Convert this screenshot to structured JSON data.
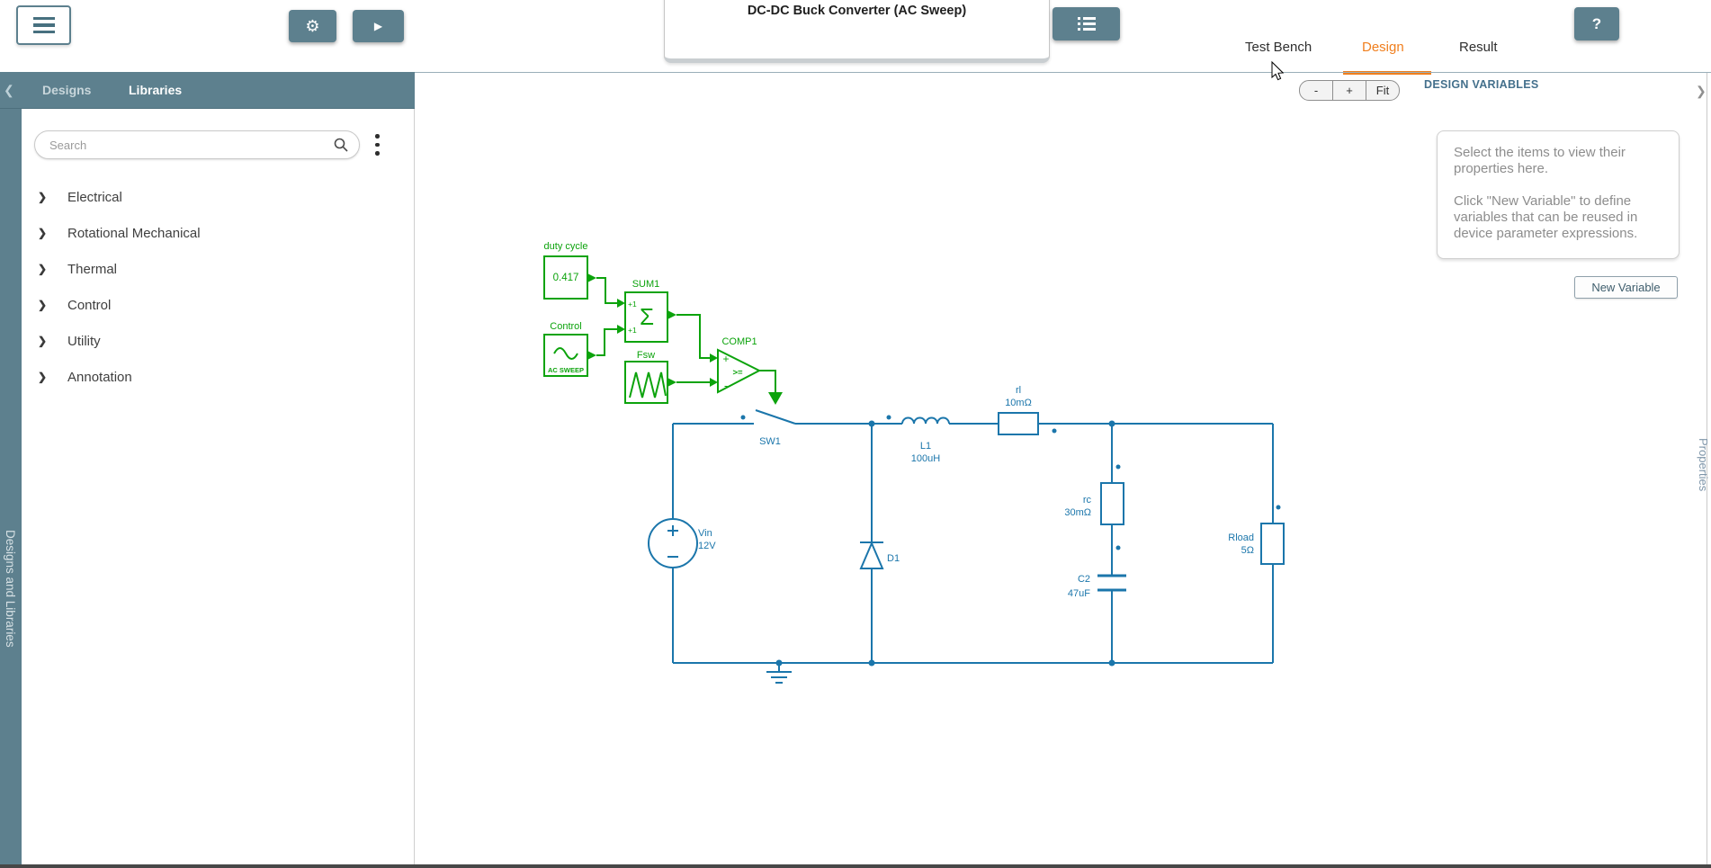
{
  "topbar": {
    "title": "DC-DC Buck Converter (AC Sweep)",
    "icons": {
      "gear": "⚙",
      "play": "▶",
      "help": "?"
    },
    "tabs": {
      "test_bench": "Test Bench",
      "design": "Design",
      "result": "Result"
    }
  },
  "sidebar": {
    "back_chevron": "❮",
    "tabs": {
      "designs": "Designs",
      "libraries": "Libraries"
    },
    "search_placeholder": "Search",
    "items": [
      {
        "label": "Electrical"
      },
      {
        "label": "Rotational Mechanical"
      },
      {
        "label": "Thermal"
      },
      {
        "label": "Control"
      },
      {
        "label": "Utility"
      },
      {
        "label": "Annotation"
      }
    ],
    "item_chevron": "❯",
    "rail_label": "Designs and Libraries"
  },
  "canvas": {
    "zoom_controls": {
      "zoom_out": "-",
      "zoom_in": "+",
      "zoom_fit": "Fit"
    }
  },
  "properties_panel": {
    "header": "DESIGN VARIABLES",
    "message_line1": "Select the items to view their properties here.",
    "message_line2": "Click \"New Variable\" to define variables that can be reused in device parameter expressions.",
    "new_variable_label": "New Variable",
    "rail_label": "Properties",
    "collapse_chevron": "❯"
  },
  "circuit": {
    "control_domain": {
      "duty_block_label": "duty cycle",
      "duty_value": "0.417",
      "control_block_label": "Control",
      "control_source_type": "AC SWEEP",
      "sum_label": "SUM1",
      "sum_symbol": "Σ",
      "sum_input1": "+1",
      "sum_input2": "+1",
      "fsw_label": "Fsw",
      "comp_label": "COMP1",
      "comp_plus": "+",
      "comp_minus": "-",
      "comp_operator": ">="
    },
    "power_domain": {
      "switch_label": "SW1",
      "vin_label": "Vin",
      "vin_value": "12V",
      "diode_label": "D1",
      "inductor_label": "L1",
      "inductor_value": "100uH",
      "rl_label": "rl",
      "rl_value": "10mΩ",
      "rc_label": "rc",
      "rc_value": "30mΩ",
      "cap_label": "C2",
      "cap_value": "47uF",
      "rload_label": "Rload",
      "rload_value": "5Ω"
    }
  },
  "colors": {
    "accent_orange": "#F07F1E",
    "teal": "#5D808E",
    "circuit_blue": "#1B76AB",
    "circuit_green": "#0CA30C"
  }
}
